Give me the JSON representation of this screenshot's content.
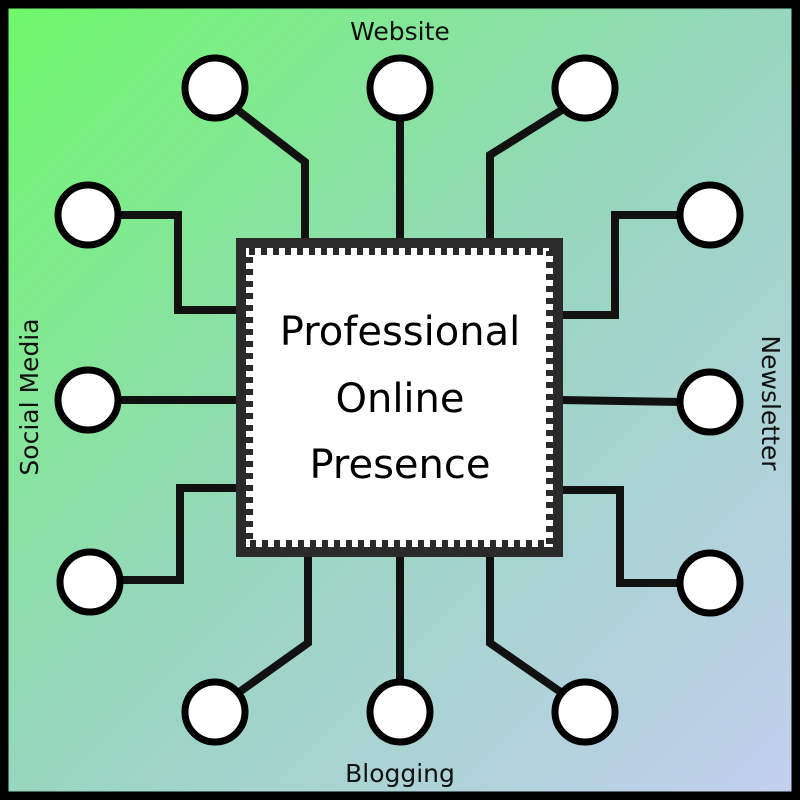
{
  "center": {
    "lines": [
      "Professional",
      "Online",
      "Presence"
    ]
  },
  "labels": {
    "top": "Website",
    "bottom": "Blogging",
    "left": "Social Media",
    "right": "Newsletter"
  },
  "colors": {
    "gradient_start": "#6ef96a",
    "gradient_mid": "#97d6bf",
    "gradient_end": "#c3cfee",
    "stroke": "#111111",
    "node_fill": "#ffffff"
  }
}
